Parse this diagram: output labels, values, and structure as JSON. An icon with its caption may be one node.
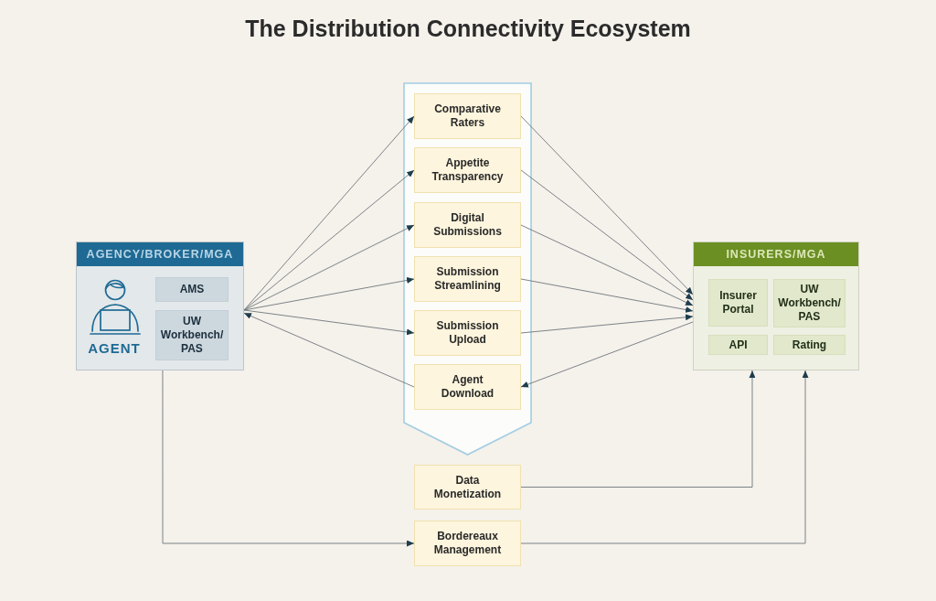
{
  "diagram": {
    "title": "The Distribution Connectivity Ecosystem",
    "nodes": [
      {
        "text": [
          "AGENCY/BROKER/MGA"
        ]
      },
      {
        "text": [
          "AMS"
        ],
        "in": 0
      },
      {
        "text": [
          "UW Workbench/ PAS"
        ],
        "in": 0
      },
      {
        "text": [],
        "shape": "chevron"
      },
      {
        "text": [
          "Comparative Raters"
        ],
        "in": 3
      },
      {
        "text": [
          "Appetite Transparency"
        ],
        "in": 3
      },
      {
        "text": [
          "Digital Submissions"
        ],
        "in": 3
      },
      {
        "text": [
          "Submission Streamlining"
        ],
        "in": 3
      },
      {
        "text": [
          "Submission Upload"
        ],
        "in": 3
      },
      {
        "text": [
          "Agent Download"
        ],
        "in": 3
      },
      {
        "text": [
          "INSURERS/MGA"
        ]
      },
      {
        "text": [
          "Insurer Portal"
        ],
        "in": 10
      },
      {
        "text": [
          "UW Workbench/ PAS"
        ],
        "in": 10
      },
      {
        "text": [
          "API"
        ],
        "in": 10
      },
      {
        "text": [
          "Rating"
        ],
        "in": 10
      },
      {
        "text": [
          "Data Monetization"
        ]
      },
      {
        "text": [
          "Bordereaux Management"
        ]
      }
    ],
    "edges": [
      {
        "from": 0,
        "to": 4,
        "arrow": "to"
      },
      {
        "from": 0,
        "to": 5,
        "arrow": "to"
      },
      {
        "from": 0,
        "to": 6,
        "arrow": "to"
      },
      {
        "from": 0,
        "to": 7,
        "arrow": "to"
      },
      {
        "from": 0,
        "to": 8,
        "arrow": "to"
      },
      {
        "from": 9,
        "to": 0,
        "arrow": "to"
      },
      {
        "from": 4,
        "to": 10,
        "arrow": "to"
      },
      {
        "from": 5,
        "to": 10,
        "arrow": "to"
      },
      {
        "from": 6,
        "to": 10,
        "arrow": "to"
      },
      {
        "from": 7,
        "to": 10,
        "arrow": "to"
      },
      {
        "from": 8,
        "to": 10,
        "arrow": "to"
      },
      {
        "from": 10,
        "to": 9,
        "arrow": "to"
      },
      {
        "from": 0,
        "to": 16,
        "arrow": "to"
      },
      {
        "from": 15,
        "to": 10,
        "arrow": "to"
      },
      {
        "from": 16,
        "to": 10,
        "arrow": "to"
      }
    ],
    "labels": [
      "AGENT"
    ]
  }
}
